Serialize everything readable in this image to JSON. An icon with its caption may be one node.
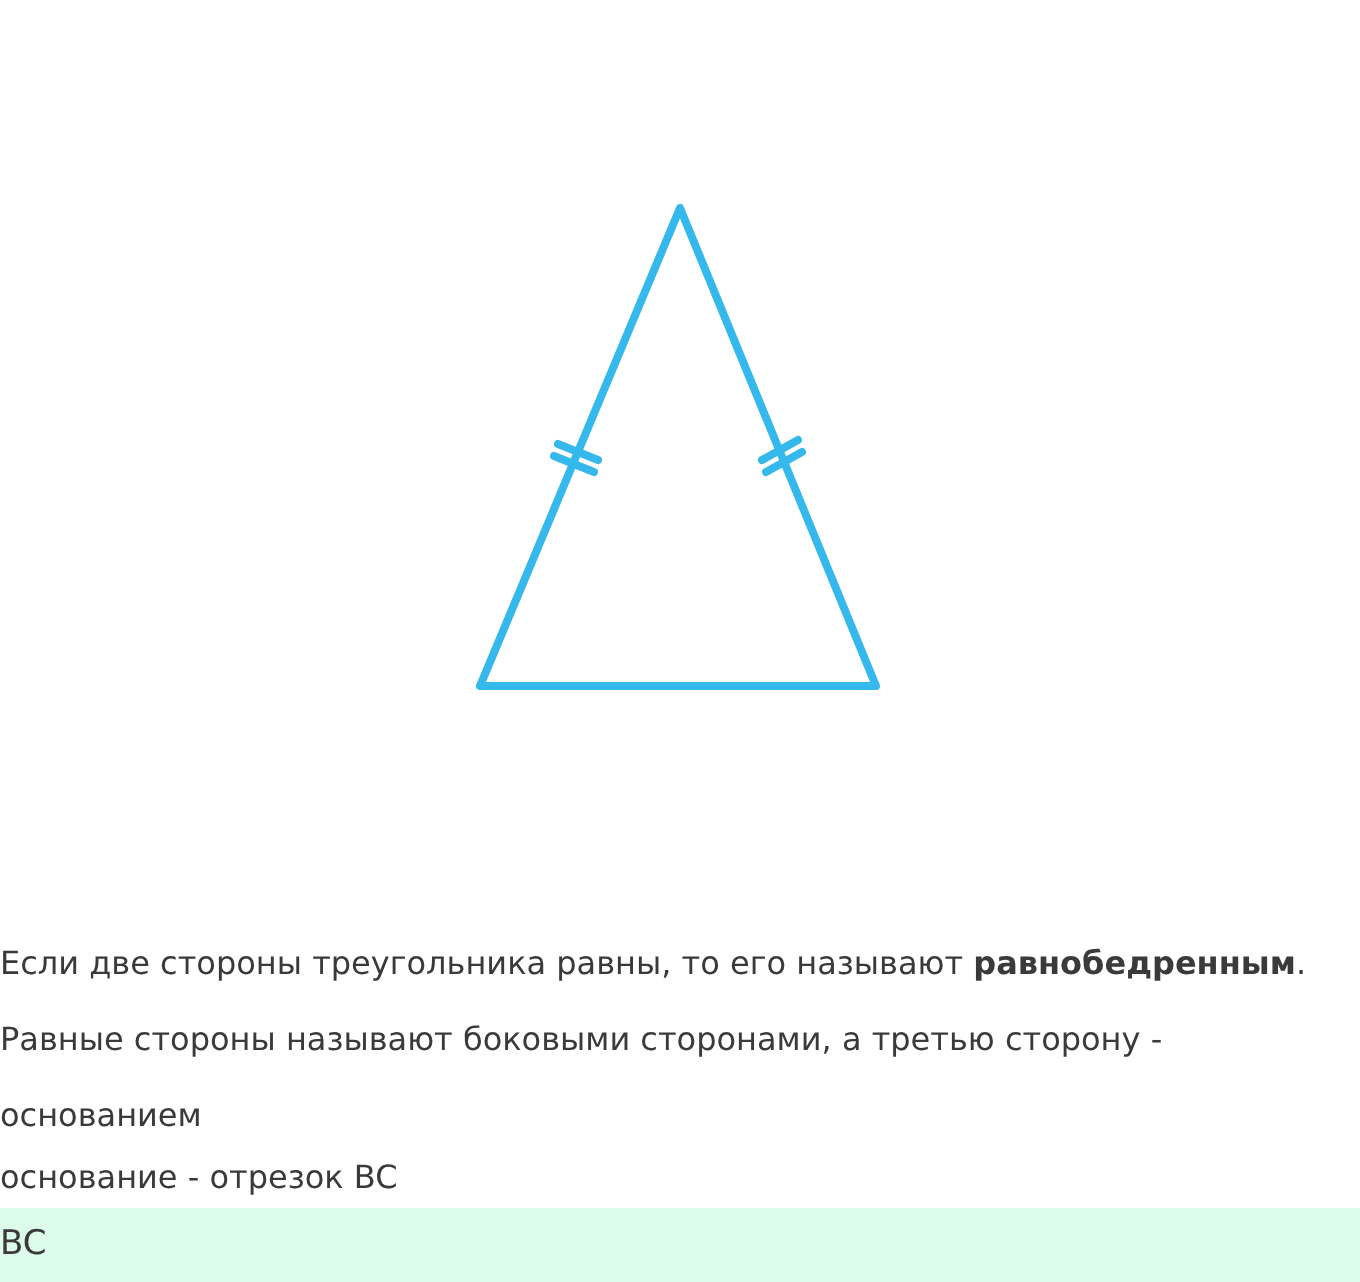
{
  "diagram": {
    "labels": [
      "Если две стороны треугольника равны, то его называют **равнобедренным**.",
      "Равные стороны называют боковыми сторонами, а третью сторону - основанием",
      "основание - отрезок BC",
      "BC"
    ]
  }
}
